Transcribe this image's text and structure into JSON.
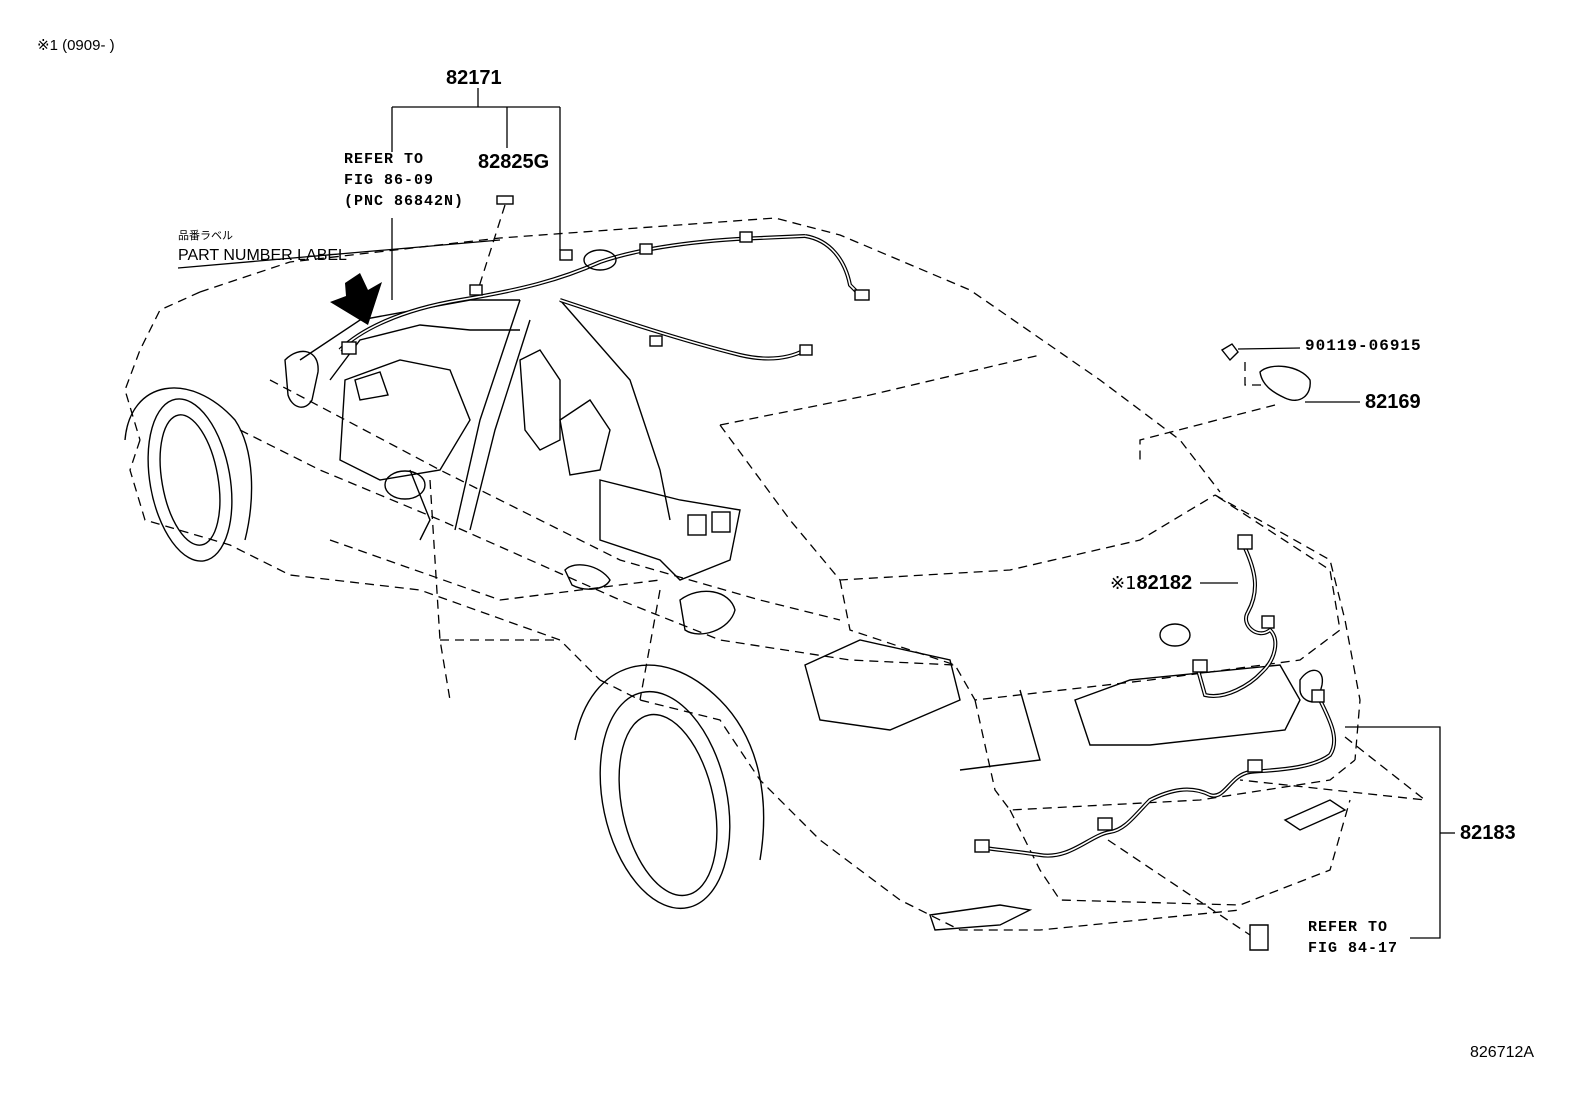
{
  "note": "※1 (0909-      )",
  "callouts": {
    "p82171": "82171",
    "p82825g": "82825G",
    "p90119": "90119-06915",
    "p82169": "82169",
    "p82182_prefix": "※1",
    "p82182": "82182",
    "p82183": "82183"
  },
  "refer_front": {
    "line1": "REFER TO",
    "line2": "FIG 86-09",
    "line3": "(PNC 86842N)"
  },
  "refer_rear": {
    "line1": "REFER TO",
    "line2": "FIG 84-17"
  },
  "label": {
    "jp": "品番ラベル",
    "en": "PART NUMBER LABEL"
  },
  "figure_id": "826712A"
}
